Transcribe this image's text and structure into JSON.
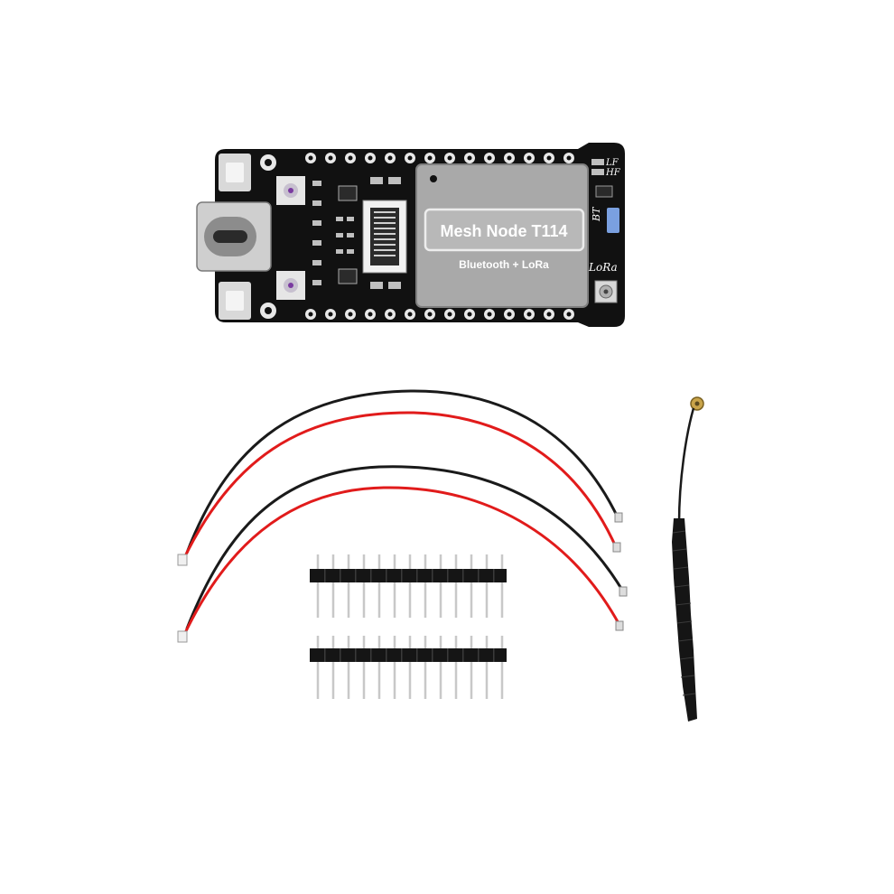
{
  "board": {
    "shield_title": "Mesh Node T114",
    "shield_subtitle": "Bluetooth + LoRa",
    "silk_lf": "LF",
    "silk_hf": "HF",
    "silk_bt": "BT",
    "silk_lora": "LoRa"
  },
  "colors": {
    "pcb": "#111111",
    "shield": "#a9a9a9",
    "shield_label": "#b8b8b8",
    "wire_red": "#e11b1b",
    "wire_black": "#1a1a1a",
    "pin_gold": "#c8c8c8",
    "led": "#ffffff",
    "switch_blue": "#7aa0e0"
  },
  "icons": {
    "usb": "usb-c-connector-icon",
    "antenna": "ipex-antenna-icon"
  }
}
